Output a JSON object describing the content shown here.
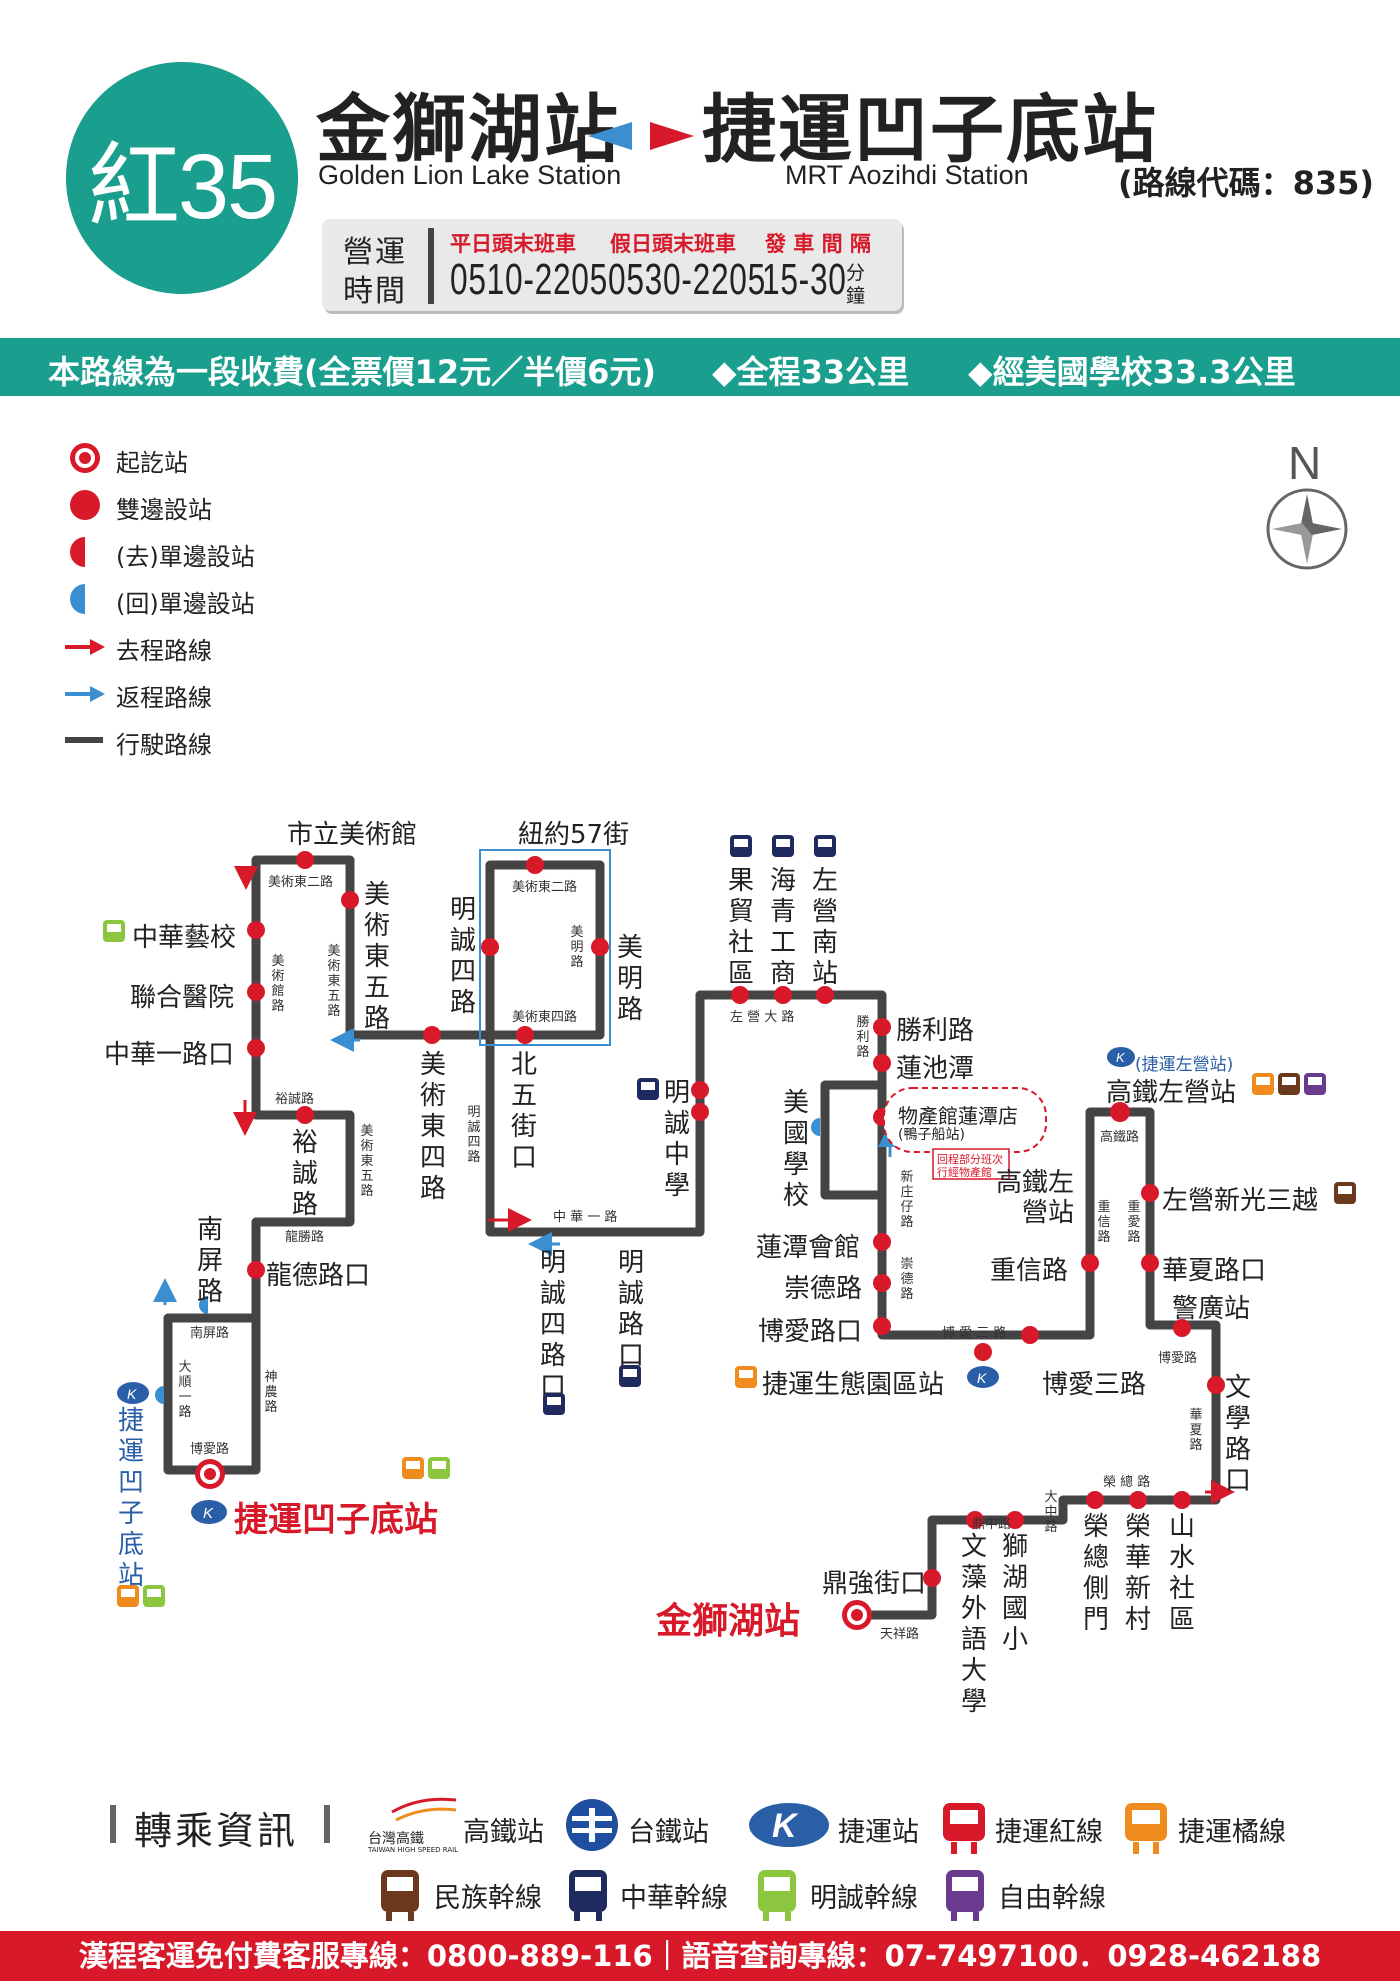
{
  "header": {
    "route_number": "紅35",
    "origin_zh": "金獅湖站",
    "origin_en": "Golden Lion Lake Station",
    "dest_zh": "捷運凹子底站",
    "dest_en": "MRT Aozihdi Station",
    "route_code": "(路線代碼：835)"
  },
  "hours": {
    "label_1": "營運",
    "label_2": "時間",
    "weekday_head": "平日頭末班車",
    "weekday_val": "0510-2205",
    "holiday_head": "假日頭末班車",
    "holiday_val": "0530-2205",
    "interval_head": "發 車 間 隔",
    "interval_val": "15-30",
    "interval_unit_1": "分",
    "interval_unit_2": "鐘"
  },
  "fare_bar": {
    "fare": "本路線為一段收費(全票價12元／半價6元)",
    "distance": "◆全程33公里",
    "distance_school": "◆經美國學校33.3公里"
  },
  "legend": {
    "terminal": "起訖站",
    "both_sides": "雙邊設站",
    "outbound_only": "(去)單邊設站",
    "return_only": "(回)單邊設站",
    "outbound_route": "去程路線",
    "return_route": "返程路線",
    "route": "行駛路線"
  },
  "compass": "N",
  "stops": {
    "s1": "捷運凹子底站",
    "s2": "南屏路",
    "s3": "龍德路口",
    "s4": "裕誠路",
    "s5": "中華一路口",
    "s6": "聯合醫院",
    "s7": "中華藝校",
    "s8": "市立美術館",
    "s9": "美術東五路",
    "s10": "美術東四路",
    "s11": "明誠四路",
    "s12": "紐約57街",
    "s13": "美明路",
    "s14": "北五街口",
    "s15": "明誠四路口",
    "s16": "明誠路口",
    "s17": "明誠中學",
    "s18": "果貿社區",
    "s19": "海青工商",
    "s20": "左營南站",
    "s21": "勝利路",
    "s22": "蓮池潭",
    "s23": "物產館蓮潭店",
    "s23_sub": "(鴨子船站)",
    "s23_note_1": "回程部分班次",
    "s23_note_2": "行經物產館",
    "s24": "美國學校",
    "s25": "蓮潭會館",
    "s26": "崇德路",
    "s27": "博愛路口",
    "s28": "捷運生態園區站",
    "s29": "博愛三路",
    "s30": "重信路",
    "s31": "高鐵左營站",
    "s31_sub": "(捷運左營站)",
    "s31_alt": "高鐵左營站",
    "s32": "左營新光三越",
    "s33": "華夏路口",
    "s34": "警廣站",
    "s35": "文學路口",
    "s36": "山水社區",
    "s37": "榮華新村",
    "s38": "榮總側門",
    "s39": "獅湖國小",
    "s40": "文藻外語大學",
    "s41": "鼎強街口",
    "s42": "金獅湖站",
    "mrt_aozihdi_side": "捷運凹子底站"
  },
  "roads": {
    "r_meishu_e2_a": "美術東二路",
    "r_meishu_guan": "美術館路",
    "r_meishu_e5_a": "美術東五路",
    "r_yucheng": "裕誠路",
    "r_meishu_e5_b": "美術東五路",
    "r_longsheng": "龍勝路",
    "r_nanping": "南屏路",
    "r_dashun1": "大順一路",
    "r_shennong": "神農路",
    "r_boai": "博愛路",
    "r_meishu_e2_b": "美術東二路",
    "r_meiming": "美明路",
    "r_meishu_e4": "美術東四路",
    "r_mingcheng4": "明誠四路",
    "r_zhonghua1": "中 華 一 路",
    "r_zuoying_da": "左 營 大 路",
    "r_shengli": "勝利路",
    "r_xinzhuangzi": "新庄仔路",
    "r_chongde": "崇德路",
    "r_boai3": "博 愛 三 路",
    "r_zhongxin": "重信路",
    "r_chongai": "重愛路",
    "r_gaotie": "高鐵路",
    "r_boai_b": "博愛路",
    "r_huaxia": "華夏路",
    "r_rongzong": "榮 總 路",
    "r_dazhong": "大中路",
    "r_dingzhong": "鼎中路",
    "r_tianxiang": "天祥路"
  },
  "transfer": {
    "title": "轉乘資訊",
    "hsr_logo_zh": "台灣高鐵",
    "hsr_logo_en": "TAIWAN HIGH SPEED RAIL",
    "hsr": "高鐵站",
    "tra": "台鐵站",
    "mrt": "捷運站",
    "mrt_red": "捷運紅線",
    "mrt_orange": "捷運橘線",
    "minzu": "民族幹線",
    "zhonghua": "中華幹線",
    "mingcheng": "明誠幹線",
    "ziyou": "自由幹線"
  },
  "footer": "漢程客運免付費客服專線：0800-889-116｜語音查詢專線：07-7497100．0928-462188",
  "colors": {
    "teal": "#1a9e8e",
    "red": "#d7192a",
    "blue": "#3b8fd0",
    "route": "#444444",
    "mrt_orange": "#f08c1e",
    "mingcheng_green": "#8cc63e",
    "zhonghua_navy": "#1f2b5e",
    "minzu_brown": "#6b3a1e",
    "ziyou_purple": "#6a3a8e"
  }
}
